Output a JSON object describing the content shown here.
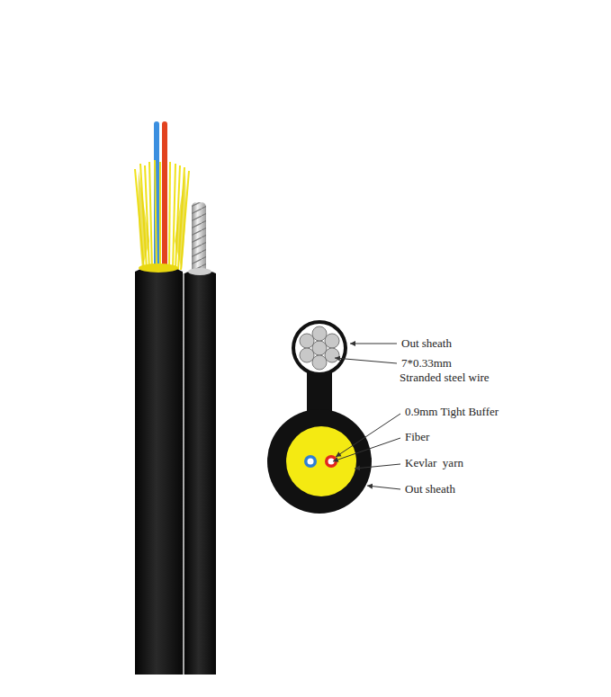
{
  "diagram": {
    "labels": [
      "Out sheath",
      "7*0.33mm",
      "Stranded steel wire",
      "0.9mm Tight Buffer",
      "Fiber",
      "Kevlar  yarn",
      "Out sheath"
    ]
  }
}
